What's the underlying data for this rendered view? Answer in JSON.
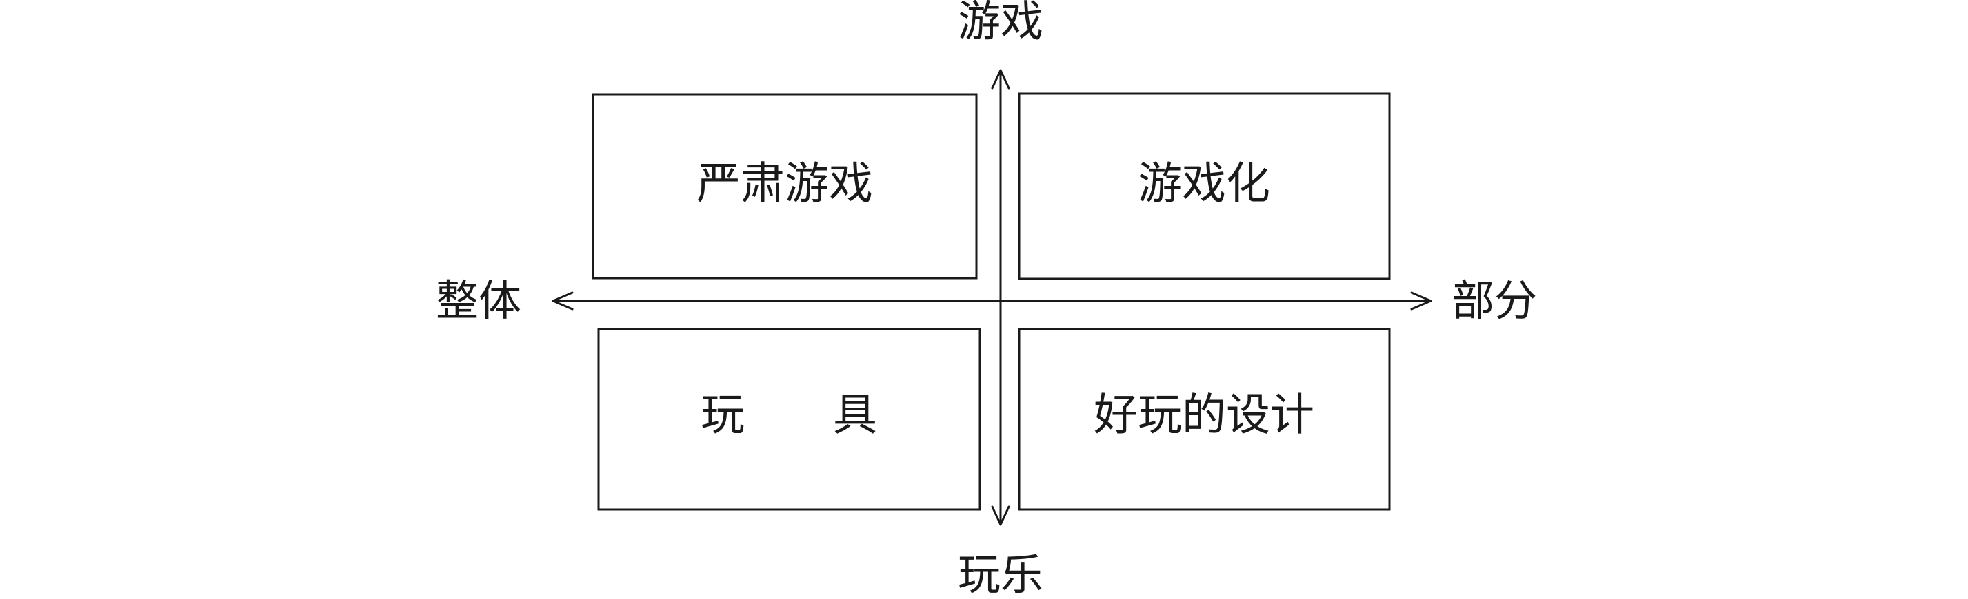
{
  "axes": {
    "top": "游戏",
    "bottom": "玩乐",
    "left": "整体",
    "right": "部分"
  },
  "quadrants": {
    "top_left": "严肃游戏",
    "top_right": "游戏化",
    "bottom_left": "玩　　具",
    "bottom_right": "好玩的设计"
  }
}
